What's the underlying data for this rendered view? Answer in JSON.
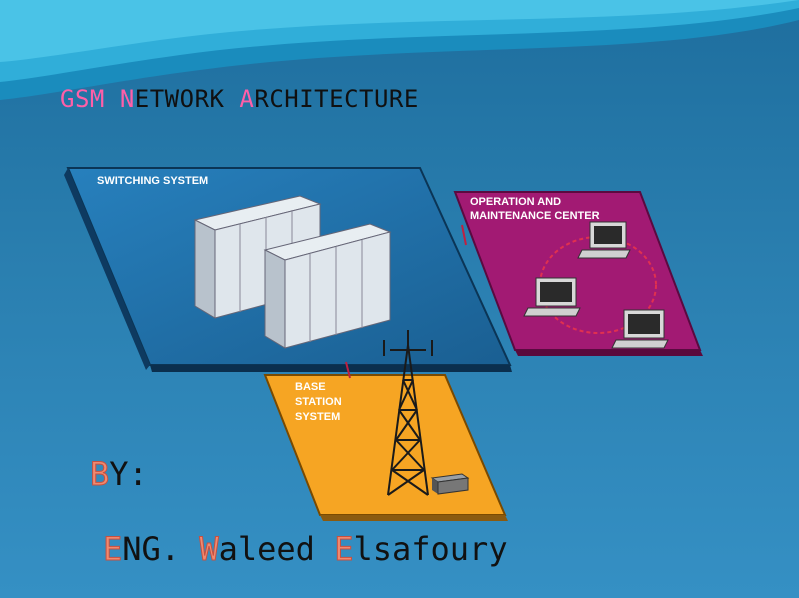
{
  "title": {
    "part1_cap": "G",
    "part1_rest": "SM ",
    "part2_cap": "N",
    "part2_rest": "ETWORK ",
    "part3_cap": "A",
    "part3_rest": "RCHITECTURE"
  },
  "diagram": {
    "switching_label": "SWITCHING SYSTEM",
    "omc_label_1": "OPERATION AND",
    "omc_label_2": "MAINTENANCE CENTER",
    "bss_label_1": "BASE",
    "bss_label_2": "STATION",
    "bss_label_3": "SYSTEM"
  },
  "byline": {
    "cap": "B",
    "rest": "Y:"
  },
  "author": {
    "w1_cap": "E",
    "w1_rest": "NG. ",
    "w2_cap": "W",
    "w2_rest": "aleed ",
    "w3_cap": "E",
    "w3_rest": "lsafoury"
  },
  "colors": {
    "background": "#2a7fb0",
    "switching_panel": "#1f6fa8",
    "omc_panel": "#a01872",
    "bss_panel": "#f5a020",
    "title_accent": "#ff5fa8"
  }
}
